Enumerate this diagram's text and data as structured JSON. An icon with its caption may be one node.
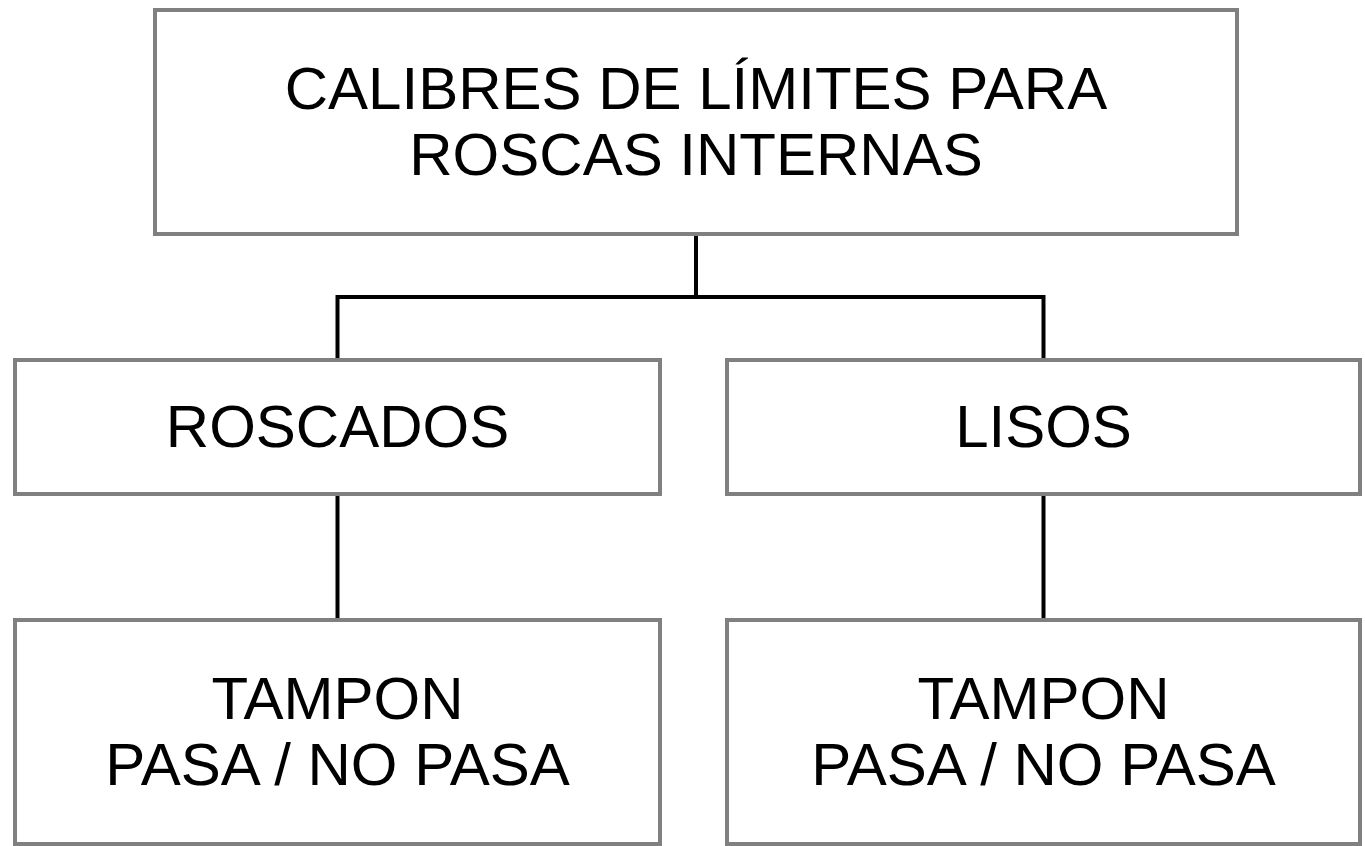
{
  "diagram": {
    "nodes": [
      {
        "text": [
          "CALIBRES DE LÍMITES PARA ROSCAS INTERNAS"
        ]
      },
      {
        "text": [
          "ROSCADOS"
        ]
      },
      {
        "text": [
          "LISOS"
        ]
      },
      {
        "text": [
          "TAMPON",
          "PASA / NO PASA"
        ]
      },
      {
        "text": [
          "TAMPON",
          "PASA / NO PASA"
        ]
      }
    ],
    "edges": [
      {
        "from": 0,
        "to": 1,
        "arrow": "none"
      },
      {
        "from": 0,
        "to": 2,
        "arrow": "none"
      },
      {
        "from": 1,
        "to": 3,
        "arrow": "none"
      },
      {
        "from": 2,
        "to": 4,
        "arrow": "none"
      }
    ]
  }
}
